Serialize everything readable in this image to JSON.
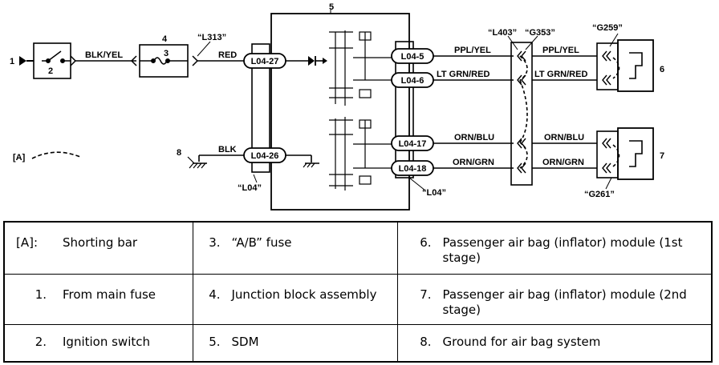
{
  "diagram": {
    "labels": {
      "n1": "1",
      "n2": "2",
      "n3": "3",
      "n4": "4",
      "n5": "5",
      "n6": "6",
      "n7": "7",
      "n8": "8",
      "shorting_bar_tag": "[A]"
    },
    "wires": {
      "blk_yel": "BLK/YEL",
      "red": "RED",
      "blk": "BLK",
      "ppl_yel_left": "PPL/YEL",
      "ppl_yel_right": "PPL/YEL",
      "lt_grn_red_left": "LT GRN/RED",
      "lt_grn_red_right": "LT GRN/RED",
      "orn_blu_left": "ORN/BLU",
      "orn_blu_right": "ORN/BLU",
      "orn_grn_left": "ORN/GRN",
      "orn_grn_right": "ORN/GRN"
    },
    "connectors": {
      "l04_27": "L04-27",
      "l04_26": "L04-26",
      "l04_5": "L04-5",
      "l04_6": "L04-6",
      "l04_17": "L04-17",
      "l04_18": "L04-18"
    },
    "callouts": {
      "l313": "“L313”",
      "l04_left": "“L04”",
      "l04_right": "“L04”",
      "l403": "“L403”",
      "g353": "“G353”",
      "g259": "“G259”",
      "g261": "“G261”"
    }
  },
  "legend": {
    "rows": [
      [
        {
          "num": "[A]:",
          "text": "Shorting bar"
        },
        {
          "num": "3.",
          "text": "“A/B” fuse"
        },
        {
          "num": "6.",
          "text": "Passenger air bag (inflator) module (1st stage)"
        }
      ],
      [
        {
          "num": "1.",
          "text": "From main fuse"
        },
        {
          "num": "4.",
          "text": "Junction block assembly"
        },
        {
          "num": "7.",
          "text": "Passenger air bag (inflator) module (2nd stage)"
        }
      ],
      [
        {
          "num": "2.",
          "text": "Ignition switch"
        },
        {
          "num": "5.",
          "text": "SDM"
        },
        {
          "num": "8.",
          "text": "Ground for air bag system"
        }
      ]
    ]
  }
}
